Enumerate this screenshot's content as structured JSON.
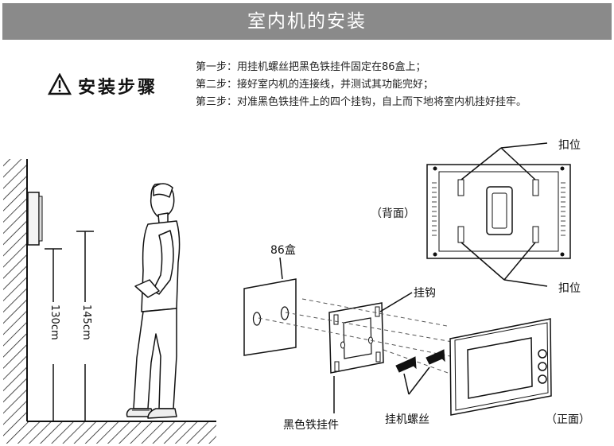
{
  "title": "室内机的安装",
  "steps_heading": "安装步骤",
  "steps": [
    "第一步：用挂机螺丝把黑色铁挂件固定在86盒上；",
    "第二步：接好室内机的连接线，并测试其功能完好；",
    "第三步：对准黑色铁挂件上的四个挂钩，自上而下地将室内机挂好挂牢。"
  ],
  "labels": {
    "clasp_top": "扣位",
    "clasp_bottom": "扣位",
    "back": "（背面）",
    "front": "（正面）",
    "box86": "86盒",
    "hook": "挂钩",
    "bracket": "黑色铁挂件",
    "screws": "挂机螺丝",
    "height_130": "130cm",
    "height_145": "145cm"
  },
  "icons": {
    "warning": "warning-triangle-icon"
  }
}
